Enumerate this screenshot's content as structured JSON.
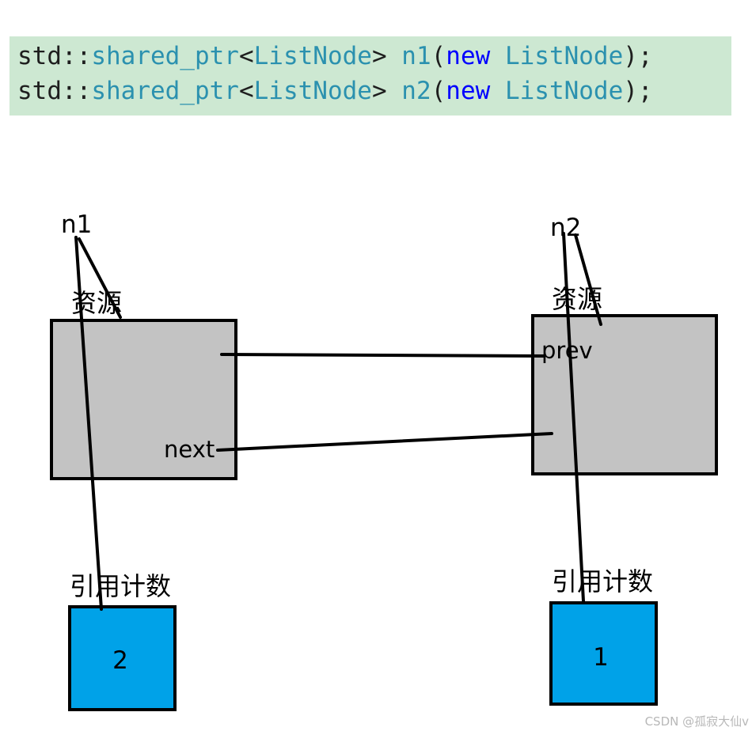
{
  "code": {
    "lines": [
      {
        "ns": "std::",
        "tmpl": "shared_ptr",
        "lt": "<",
        "type": "ListNode",
        "gt": "> ",
        "var": "n1",
        "open": "(",
        "kw": "new",
        "sp": " ",
        "type2": "ListNode",
        "close": ");"
      },
      {
        "ns": "std::",
        "tmpl": "shared_ptr",
        "lt": "<",
        "type": "ListNode",
        "gt": "> ",
        "var": "n2",
        "open": "(",
        "kw": "new",
        "sp": " ",
        "type2": "ListNode",
        "close": ");"
      }
    ]
  },
  "diagram": {
    "left": {
      "pointer": "n1",
      "resource_label": "资源",
      "field_label": "next",
      "refcount_label": "引用计数",
      "refcount_value": "2"
    },
    "right": {
      "pointer": "n2",
      "resource_label": "资源",
      "field_label": "prev",
      "refcount_label": "引用计数",
      "refcount_value": "1"
    },
    "colors": {
      "resource_fill": "#c3c3c3",
      "refcount_fill": "#00a2e8",
      "stroke": "#000000",
      "code_bg": "#cde8d2"
    }
  },
  "watermark": "CSDN @孤寂大仙v"
}
